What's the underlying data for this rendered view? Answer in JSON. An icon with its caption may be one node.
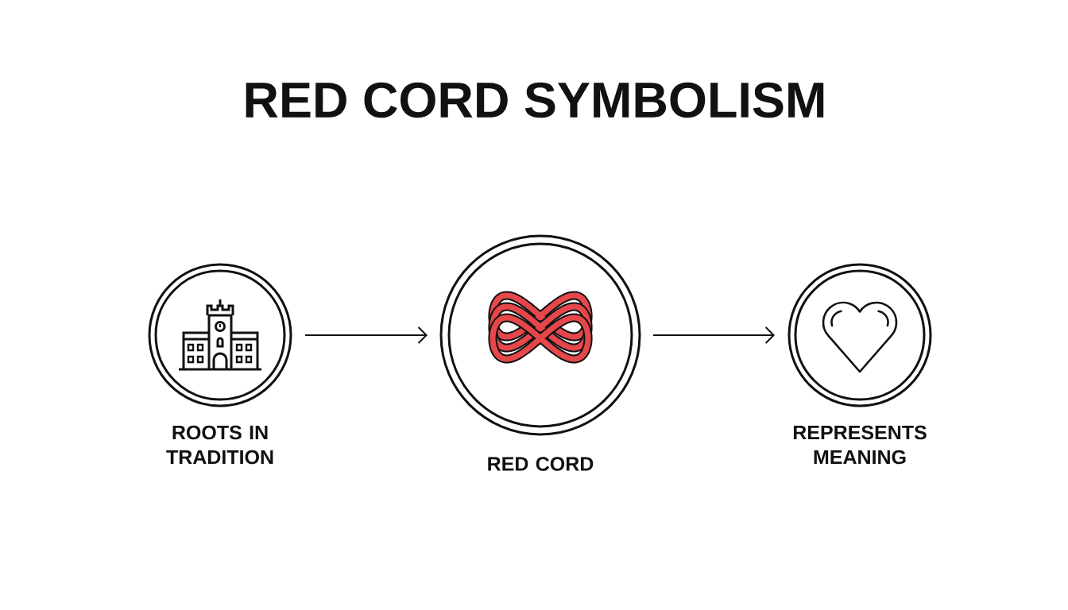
{
  "diagram": {
    "title": "RED CORD SYMBOLISM",
    "nodes": [
      {
        "text": [
          "ROOTS IN TRADITION"
        ]
      },
      {
        "text": [
          "RED CORD"
        ]
      },
      {
        "text": [
          "REPRESENTS MEANING"
        ]
      }
    ],
    "edges": [
      {
        "from": 0,
        "to": 1,
        "arrow": "to"
      },
      {
        "from": 1,
        "to": 2,
        "arrow": "to"
      }
    ]
  }
}
